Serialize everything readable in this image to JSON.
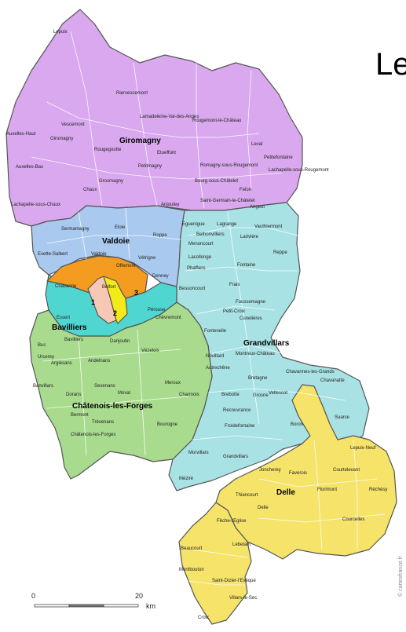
{
  "title_partial": "Le",
  "colors": {
    "giromagny": "#d9a8ee",
    "valdoie": "#a9c9ef",
    "grandvillars": "#a9e2e4",
    "bavilliers": "#4fd6d0",
    "chatenois": "#a8db8d",
    "delle": "#f5e36a",
    "belfort_orange": "#f39c1f",
    "belfort_1": "#f7c9b5",
    "belfort_2": "#f4ea1a",
    "belfort_3": "#f39c1f",
    "border": "#555555",
    "commune_lines": "#ffffff"
  },
  "cantons": [
    {
      "id": "giromagny",
      "label": "Giromagny"
    },
    {
      "id": "valdoie",
      "label": "Valdoie"
    },
    {
      "id": "bavilliers",
      "label": "Bavilliers"
    },
    {
      "id": "grandvillars",
      "label": "Grandvillars"
    },
    {
      "id": "chatenois",
      "label": "Châtenois-les-Forges"
    },
    {
      "id": "delle",
      "label": "Delle"
    }
  ],
  "belfort_numbers": [
    "1",
    "2",
    "3"
  ],
  "communes": [
    "Lepuix",
    "Riervescemont",
    "Lamadeleine-Val-des-Anges",
    "Rougemont-le-Château",
    "Vescemont",
    "Giromagny",
    "Auxelles-Haut",
    "Rougegoutte",
    "Etueffont",
    "Leval",
    "Petitefontaine",
    "Auxelles-Bas",
    "Petitmagny",
    "Romagny-sous-Rougemont",
    "Lachapelle-sous-Rougemont",
    "Grosmagny",
    "Bourg-sous-Châtelet",
    "Felon",
    "Chaux",
    "Saint-Germain-le-Châtelet",
    "Lachapelle-sous-Chaux",
    "Anjoutey",
    "Angeot",
    "Sermamagny",
    "Eloie",
    "Evette-Salbert",
    "Valdoie",
    "Roppe",
    "Vétrigne",
    "Offemont",
    "Denney",
    "Eguenigue",
    "Lagrange",
    "Bethonvilliers",
    "Vauthiermont",
    "Larivière",
    "Menoncourt",
    "Reppe",
    "Lacollonge",
    "Fontaine",
    "Phaffans",
    "Bessoncourt",
    "Frais",
    "Foussemagne",
    "Petit-Croix",
    "Cunelières",
    "Chavanne",
    "Belfort",
    "Pérouse",
    "Essert",
    "Bavilliers",
    "Danjoutin",
    "Chèvremont",
    "Fontenelle",
    "Buc",
    "Urcerey",
    "Argiésans",
    "Andelnans",
    "Vézelois",
    "Novillard",
    "Montreux-Château",
    "Banvillars",
    "Dorans",
    "Sevenans",
    "Moval",
    "Meroux",
    "Autrechêne",
    "Bermont",
    "Trévenans",
    "Bourogne",
    "Charmois",
    "Bretagne",
    "Châtenois-les-Forges",
    "Brebotte",
    "Grosne",
    "Vellescot",
    "Chavannes-les-Grands",
    "Chavanatte",
    "Recouvrance",
    "Suarce",
    "Froidefontaine",
    "Boron",
    "Morvillars",
    "Grandvillars",
    "Lepuix-Neuf",
    "Méziré",
    "Joncherey",
    "Faverois",
    "Courtelevant",
    "Florimont",
    "Réchésy",
    "Thiancourt",
    "Delle",
    "Courcelles",
    "Fêche-l'Eglise",
    "Lebetain",
    "Beaucourt",
    "Montbouton",
    "Saint-Dizier-l'Evêque",
    "Villars-le-Sec",
    "Croix"
  ],
  "scale": {
    "left": "0",
    "right": "20",
    "unit": "km"
  },
  "credit": "© cartesfrance.fr"
}
